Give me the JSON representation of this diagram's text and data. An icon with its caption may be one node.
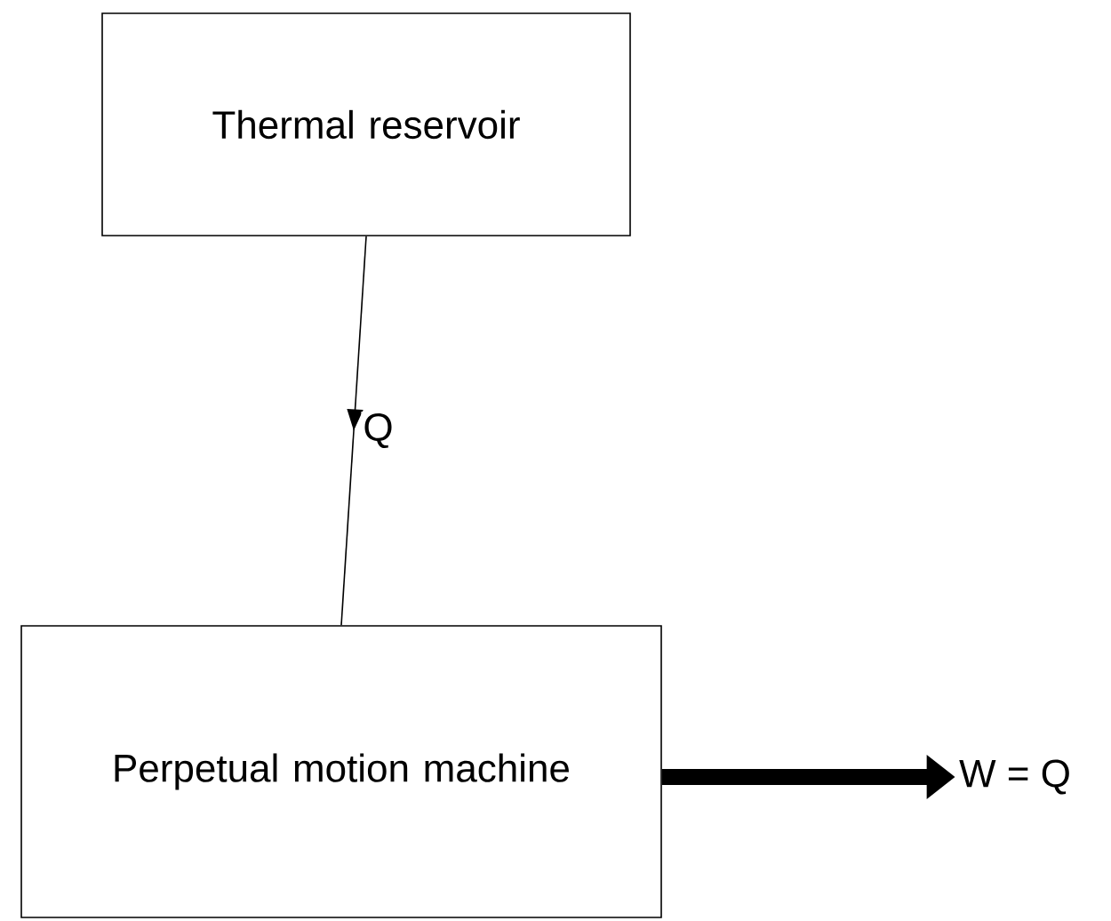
{
  "diagram": {
    "nodes": [
      {
        "text": [
          "Thermal reservoir"
        ]
      },
      {
        "text": [
          "Perpetual motion machine"
        ]
      },
      {
        "text": [
          "W = Q"
        ]
      }
    ],
    "edges": [
      {
        "from": 0,
        "to": 1,
        "arrow": "to",
        "label": "Q"
      },
      {
        "from": 1,
        "to": 2,
        "arrow": "to",
        "style": "thick"
      }
    ]
  }
}
